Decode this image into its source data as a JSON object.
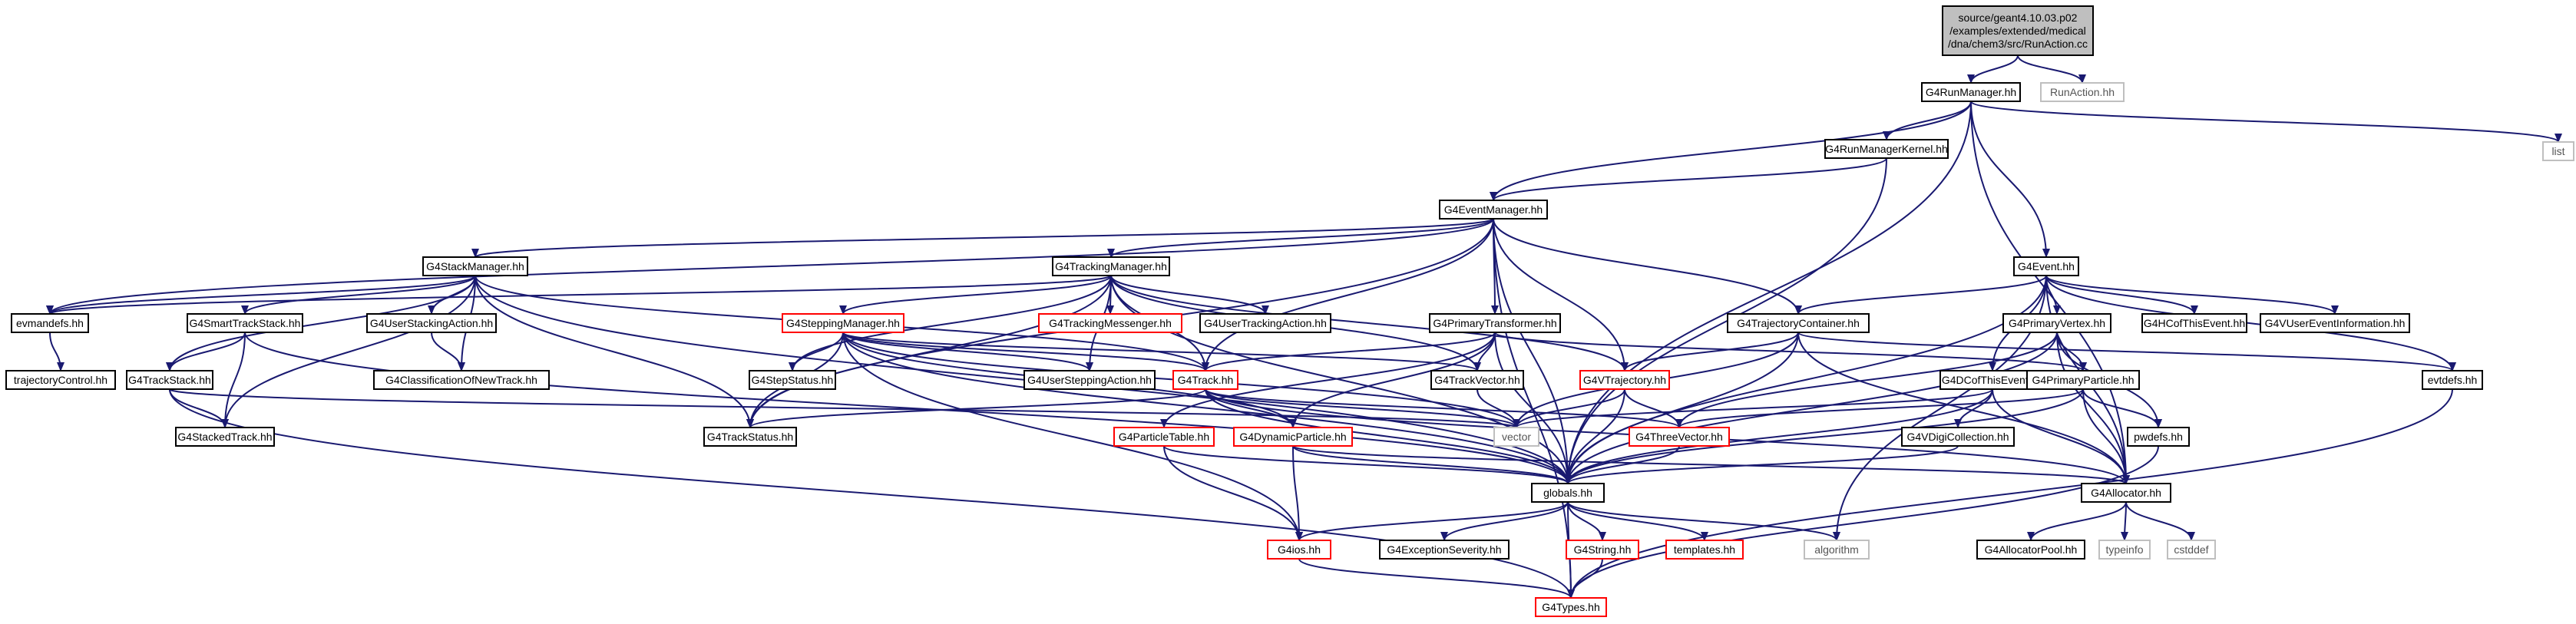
{
  "colors": {
    "edge": "#191970",
    "box_normal": "#000000",
    "box_red": "#ff0000",
    "box_light": "#bfbfbf",
    "root_fill": "#bfbfbf",
    "text_normal": "#000000",
    "text_light": "#555555"
  },
  "nodes": [
    {
      "id": "root",
      "label": "source/geant4.10.03.p02\n/examples/extended/medical\n/dna/chem3/src/RunAction.cc",
      "style": "root"
    },
    {
      "id": "G4RunManager",
      "label": "G4RunManager.hh",
      "style": "normal"
    },
    {
      "id": "RunAction",
      "label": "RunAction.hh",
      "style": "light"
    },
    {
      "id": "list",
      "label": "list",
      "style": "light"
    },
    {
      "id": "G4RunManagerKernel",
      "label": "G4RunManagerKernel.hh",
      "style": "normal"
    },
    {
      "id": "G4EventManager",
      "label": "G4EventManager.hh",
      "style": "normal"
    },
    {
      "id": "G4Event",
      "label": "G4Event.hh",
      "style": "normal"
    },
    {
      "id": "G4StackManager",
      "label": "G4StackManager.hh",
      "style": "normal"
    },
    {
      "id": "G4TrackingManager",
      "label": "G4TrackingManager.hh",
      "style": "normal"
    },
    {
      "id": "G4PrimaryTransformer",
      "label": "G4PrimaryTransformer.hh",
      "style": "normal"
    },
    {
      "id": "G4TrajectoryContainer",
      "label": "G4TrajectoryContainer.hh",
      "style": "normal"
    },
    {
      "id": "G4PrimaryVertex",
      "label": "G4PrimaryVertex.hh",
      "style": "normal"
    },
    {
      "id": "G4HCofThisEvent",
      "label": "G4HCofThisEvent.hh",
      "style": "normal"
    },
    {
      "id": "G4VUserEventInformation",
      "label": "G4VUserEventInformation.hh",
      "style": "normal"
    },
    {
      "id": "evtdefs",
      "label": "evtdefs.hh",
      "style": "normal"
    },
    {
      "id": "evmandefs",
      "label": "evmandefs.hh",
      "style": "normal"
    },
    {
      "id": "G4SmartTrackStack",
      "label": "G4SmartTrackStack.hh",
      "style": "normal"
    },
    {
      "id": "G4UserStackingAction",
      "label": "G4UserStackingAction.hh",
      "style": "normal"
    },
    {
      "id": "G4SteppingManager",
      "label": "G4SteppingManager.hh",
      "style": "red"
    },
    {
      "id": "G4TrackingMessenger",
      "label": "G4TrackingMessenger.hh",
      "style": "red"
    },
    {
      "id": "G4UserTrackingAction",
      "label": "G4UserTrackingAction.hh",
      "style": "normal"
    },
    {
      "id": "trajectoryControl",
      "label": "trajectoryControl.hh",
      "style": "normal"
    },
    {
      "id": "G4TrackStack",
      "label": "G4TrackStack.hh",
      "style": "normal"
    },
    {
      "id": "G4ClassificationOfNewTrack",
      "label": "G4ClassificationOfNewTrack.hh",
      "style": "normal"
    },
    {
      "id": "G4StepStatus",
      "label": "G4StepStatus.hh",
      "style": "normal"
    },
    {
      "id": "G4UserSteppingAction",
      "label": "G4UserSteppingAction.hh",
      "style": "normal"
    },
    {
      "id": "G4Track",
      "label": "G4Track.hh",
      "style": "red"
    },
    {
      "id": "G4TrackVector",
      "label": "G4TrackVector.hh",
      "style": "normal"
    },
    {
      "id": "G4VTrajectory",
      "label": "G4VTrajectory.hh",
      "style": "red"
    },
    {
      "id": "G4DCofThisEvent",
      "label": "G4DCofThisEvent.hh",
      "style": "normal"
    },
    {
      "id": "G4PrimaryParticle",
      "label": "G4PrimaryParticle.hh",
      "style": "normal"
    },
    {
      "id": "G4StackedTrack",
      "label": "G4StackedTrack.hh",
      "style": "normal"
    },
    {
      "id": "G4TrackStatus",
      "label": "G4TrackStatus.hh",
      "style": "normal"
    },
    {
      "id": "vector",
      "label": "vector",
      "style": "light"
    },
    {
      "id": "G4ParticleTable",
      "label": "G4ParticleTable.hh",
      "style": "red"
    },
    {
      "id": "G4DynamicParticle",
      "label": "G4DynamicParticle.hh",
      "style": "red"
    },
    {
      "id": "G4ThreeVector",
      "label": "G4ThreeVector.hh",
      "style": "red"
    },
    {
      "id": "G4VDigiCollection",
      "label": "G4VDigiCollection.hh",
      "style": "normal"
    },
    {
      "id": "pwdefs",
      "label": "pwdefs.hh",
      "style": "normal"
    },
    {
      "id": "globals",
      "label": "globals.hh",
      "style": "normal"
    },
    {
      "id": "G4Allocator",
      "label": "G4Allocator.hh",
      "style": "normal"
    },
    {
      "id": "G4ios",
      "label": "G4ios.hh",
      "style": "red"
    },
    {
      "id": "G4ExceptionSeverity",
      "label": "G4ExceptionSeverity.hh",
      "style": "normal"
    },
    {
      "id": "G4String",
      "label": "G4String.hh",
      "style": "red"
    },
    {
      "id": "templates",
      "label": "templates.hh",
      "style": "red"
    },
    {
      "id": "algorithm",
      "label": "algorithm",
      "style": "light"
    },
    {
      "id": "G4AllocatorPool",
      "label": "G4AllocatorPool.hh",
      "style": "normal"
    },
    {
      "id": "typeinfo",
      "label": "typeinfo",
      "style": "light"
    },
    {
      "id": "cstddef",
      "label": "cstddef",
      "style": "light"
    },
    {
      "id": "G4Types",
      "label": "G4Types.hh",
      "style": "red"
    }
  ],
  "edges": [
    [
      "root",
      "G4RunManager"
    ],
    [
      "root",
      "RunAction"
    ],
    [
      "G4RunManager",
      "list"
    ],
    [
      "G4RunManager",
      "G4RunManagerKernel"
    ],
    [
      "G4RunManager",
      "G4EventManager"
    ],
    [
      "G4RunManager",
      "G4Event"
    ],
    [
      "G4RunManager",
      "globals"
    ],
    [
      "G4RunManager",
      "G4Allocator"
    ],
    [
      "G4RunManagerKernel",
      "G4EventManager"
    ],
    [
      "G4RunManagerKernel",
      "globals"
    ],
    [
      "G4EventManager",
      "G4StackManager"
    ],
    [
      "G4EventManager",
      "G4TrackingManager"
    ],
    [
      "G4EventManager",
      "G4PrimaryTransformer"
    ],
    [
      "G4EventManager",
      "G4TrajectoryContainer"
    ],
    [
      "G4EventManager",
      "evmandefs"
    ],
    [
      "G4EventManager",
      "G4Track"
    ],
    [
      "G4EventManager",
      "G4VTrajectory"
    ],
    [
      "G4EventManager",
      "globals"
    ],
    [
      "G4EventManager",
      "G4TrackStatus"
    ],
    [
      "G4EventManager",
      "G4Types"
    ],
    [
      "G4Event",
      "G4TrajectoryContainer"
    ],
    [
      "G4Event",
      "G4PrimaryVertex"
    ],
    [
      "G4Event",
      "G4HCofThisEvent"
    ],
    [
      "G4Event",
      "G4VUserEventInformation"
    ],
    [
      "G4Event",
      "evtdefs"
    ],
    [
      "G4Event",
      "G4DCofThisEvent"
    ],
    [
      "G4Event",
      "globals"
    ],
    [
      "G4Event",
      "G4Allocator"
    ],
    [
      "G4Event",
      "algorithm"
    ],
    [
      "G4StackManager",
      "evmandefs"
    ],
    [
      "G4StackManager",
      "G4SmartTrackStack"
    ],
    [
      "G4StackManager",
      "G4UserStackingAction"
    ],
    [
      "G4StackManager",
      "G4TrackStack"
    ],
    [
      "G4StackManager",
      "G4StackedTrack"
    ],
    [
      "G4StackManager",
      "G4ClassificationOfNewTrack"
    ],
    [
      "G4StackManager",
      "G4Track"
    ],
    [
      "G4StackManager",
      "G4TrackStatus"
    ],
    [
      "G4StackManager",
      "globals"
    ],
    [
      "G4TrackingManager",
      "G4SteppingManager"
    ],
    [
      "G4TrackingManager",
      "G4TrackingMessenger"
    ],
    [
      "G4TrackingManager",
      "G4UserTrackingAction"
    ],
    [
      "G4TrackingManager",
      "G4StepStatus"
    ],
    [
      "G4TrackingManager",
      "G4UserSteppingAction"
    ],
    [
      "G4TrackingManager",
      "G4Track"
    ],
    [
      "G4TrackingManager",
      "G4TrackVector"
    ],
    [
      "G4TrackingManager",
      "G4VTrajectory"
    ],
    [
      "G4TrackingManager",
      "G4TrackStatus"
    ],
    [
      "G4TrackingManager",
      "globals"
    ],
    [
      "G4TrackingManager",
      "evmandefs"
    ],
    [
      "evmandefs",
      "trajectoryControl"
    ],
    [
      "G4SmartTrackStack",
      "G4TrackStack"
    ],
    [
      "G4SmartTrackStack",
      "G4StackedTrack"
    ],
    [
      "G4SmartTrackStack",
      "globals"
    ],
    [
      "G4UserStackingAction",
      "G4ClassificationOfNewTrack"
    ],
    [
      "G4TrackStack",
      "G4StackedTrack"
    ],
    [
      "G4TrackStack",
      "vector"
    ],
    [
      "G4TrackStack",
      "G4Types"
    ],
    [
      "G4SteppingManager",
      "G4StepStatus"
    ],
    [
      "G4SteppingManager",
      "G4UserSteppingAction"
    ],
    [
      "G4SteppingManager",
      "G4Track"
    ],
    [
      "G4SteppingManager",
      "G4TrackVector"
    ],
    [
      "G4SteppingManager",
      "G4TrackStatus"
    ],
    [
      "G4SteppingManager",
      "globals"
    ],
    [
      "G4SteppingManager",
      "G4ios"
    ],
    [
      "G4SteppingManager",
      "vector"
    ],
    [
      "G4SteppingManager",
      "G4DynamicParticle"
    ],
    [
      "G4PrimaryTransformer",
      "G4PrimaryParticle"
    ],
    [
      "G4PrimaryTransformer",
      "G4ParticleTable"
    ],
    [
      "G4PrimaryTransformer",
      "G4DynamicParticle"
    ],
    [
      "G4PrimaryTransformer",
      "G4TrackVector"
    ],
    [
      "G4PrimaryTransformer",
      "globals"
    ],
    [
      "G4PrimaryTransformer",
      "G4Track"
    ],
    [
      "G4TrajectoryContainer",
      "G4VTrajectory"
    ],
    [
      "G4TrajectoryContainer",
      "vector"
    ],
    [
      "G4TrajectoryContainer",
      "globals"
    ],
    [
      "G4TrajectoryContainer",
      "evtdefs"
    ],
    [
      "G4TrajectoryContainer",
      "G4Allocator"
    ],
    [
      "G4PrimaryVertex",
      "G4PrimaryParticle"
    ],
    [
      "G4PrimaryVertex",
      "G4ThreeVector"
    ],
    [
      "G4PrimaryVertex",
      "globals"
    ],
    [
      "G4PrimaryVertex",
      "G4Allocator"
    ],
    [
      "G4PrimaryVertex",
      "pwdefs"
    ],
    [
      "G4DCofThisEvent",
      "G4VDigiCollection"
    ],
    [
      "G4DCofThisEvent",
      "globals"
    ],
    [
      "G4DCofThisEvent",
      "G4Allocator"
    ],
    [
      "G4DCofThisEvent",
      "vector"
    ],
    [
      "G4PrimaryParticle",
      "G4ThreeVector"
    ],
    [
      "G4PrimaryParticle",
      "globals"
    ],
    [
      "G4PrimaryParticle",
      "G4Allocator"
    ],
    [
      "G4PrimaryParticle",
      "pwdefs"
    ],
    [
      "G4Track",
      "G4TrackStatus"
    ],
    [
      "G4Track",
      "G4DynamicParticle"
    ],
    [
      "G4Track",
      "globals"
    ],
    [
      "G4Track",
      "vector"
    ],
    [
      "G4Track",
      "G4ThreeVector"
    ],
    [
      "G4Track",
      "G4Allocator"
    ],
    [
      "G4TrackVector",
      "vector"
    ],
    [
      "G4VTrajectory",
      "globals"
    ],
    [
      "G4VTrajectory",
      "vector"
    ],
    [
      "G4VTrajectory",
      "G4ThreeVector"
    ],
    [
      "G4ParticleTable",
      "globals"
    ],
    [
      "G4ParticleTable",
      "G4ios"
    ],
    [
      "G4DynamicParticle",
      "globals"
    ],
    [
      "G4DynamicParticle",
      "G4ios"
    ],
    [
      "G4DynamicParticle",
      "G4Allocator"
    ],
    [
      "G4ThreeVector",
      "globals"
    ],
    [
      "G4VDigiCollection",
      "globals"
    ],
    [
      "pwdefs",
      "G4Types"
    ],
    [
      "evtdefs",
      "G4Types"
    ],
    [
      "globals",
      "G4ios"
    ],
    [
      "globals",
      "G4ExceptionSeverity"
    ],
    [
      "globals",
      "G4String"
    ],
    [
      "globals",
      "templates"
    ],
    [
      "globals",
      "algorithm"
    ],
    [
      "globals",
      "G4Types"
    ],
    [
      "G4Allocator",
      "G4AllocatorPool"
    ],
    [
      "G4Allocator",
      "typeinfo"
    ],
    [
      "G4Allocator",
      "cstddef"
    ],
    [
      "G4ios",
      "G4Types"
    ],
    [
      "G4String",
      "G4Types"
    ]
  ]
}
